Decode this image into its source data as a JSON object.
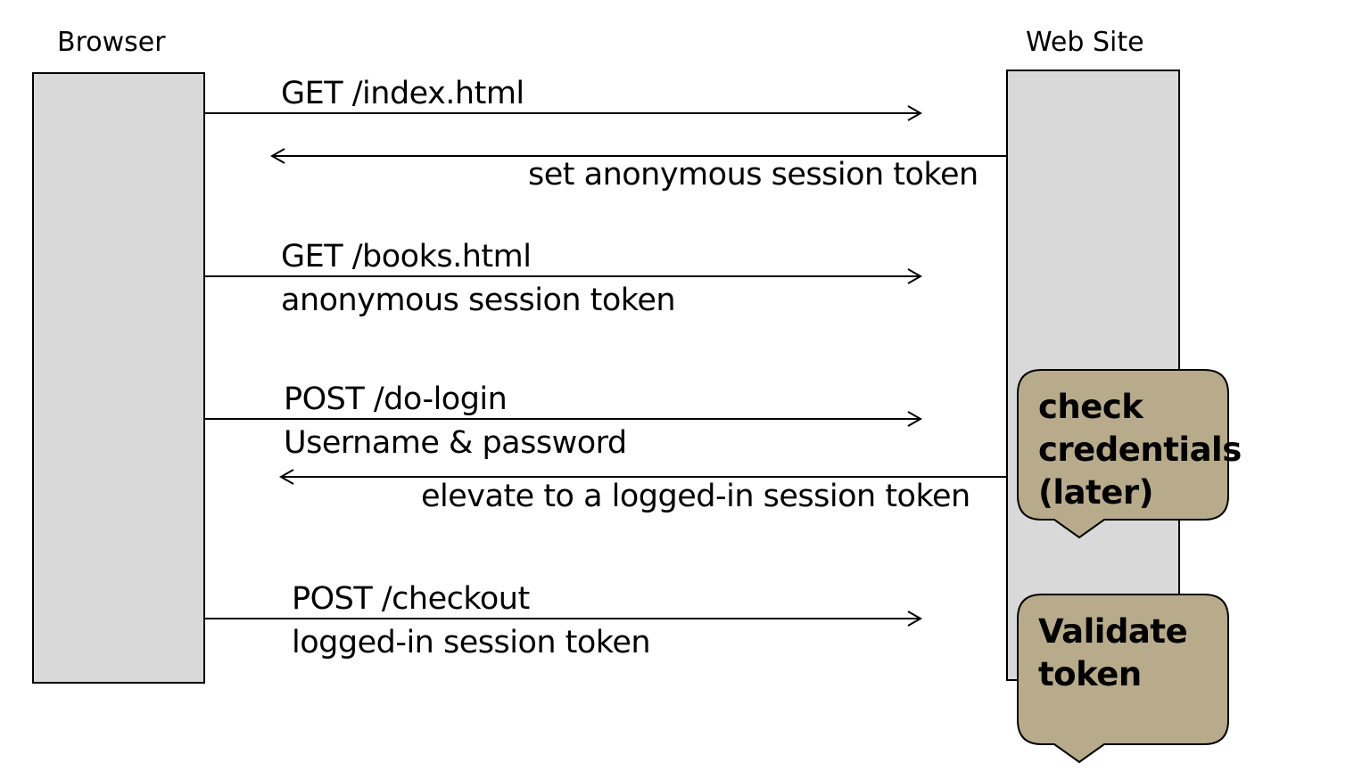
{
  "actors": {
    "browser": "Browser",
    "website": "Web Site"
  },
  "messages": {
    "m1": "GET /index.html",
    "m2": "set anonymous session token",
    "m3_line1": "GET /books.html",
    "m3_line2": "anonymous session token",
    "m4_line1": "POST /do-login",
    "m4_line2": "Username & password",
    "m5": "elevate to a logged-in session token",
    "m6_line1": "POST /checkout",
    "m6_line2": "logged-in session token"
  },
  "notes": {
    "check": [
      "check",
      "credentials",
      "(later)"
    ],
    "validate": [
      "Validate",
      "token"
    ]
  },
  "colors": {
    "lifeline_fill": "#d9d9d9",
    "note_fill": "#b8ab8c",
    "line": "#000000"
  }
}
